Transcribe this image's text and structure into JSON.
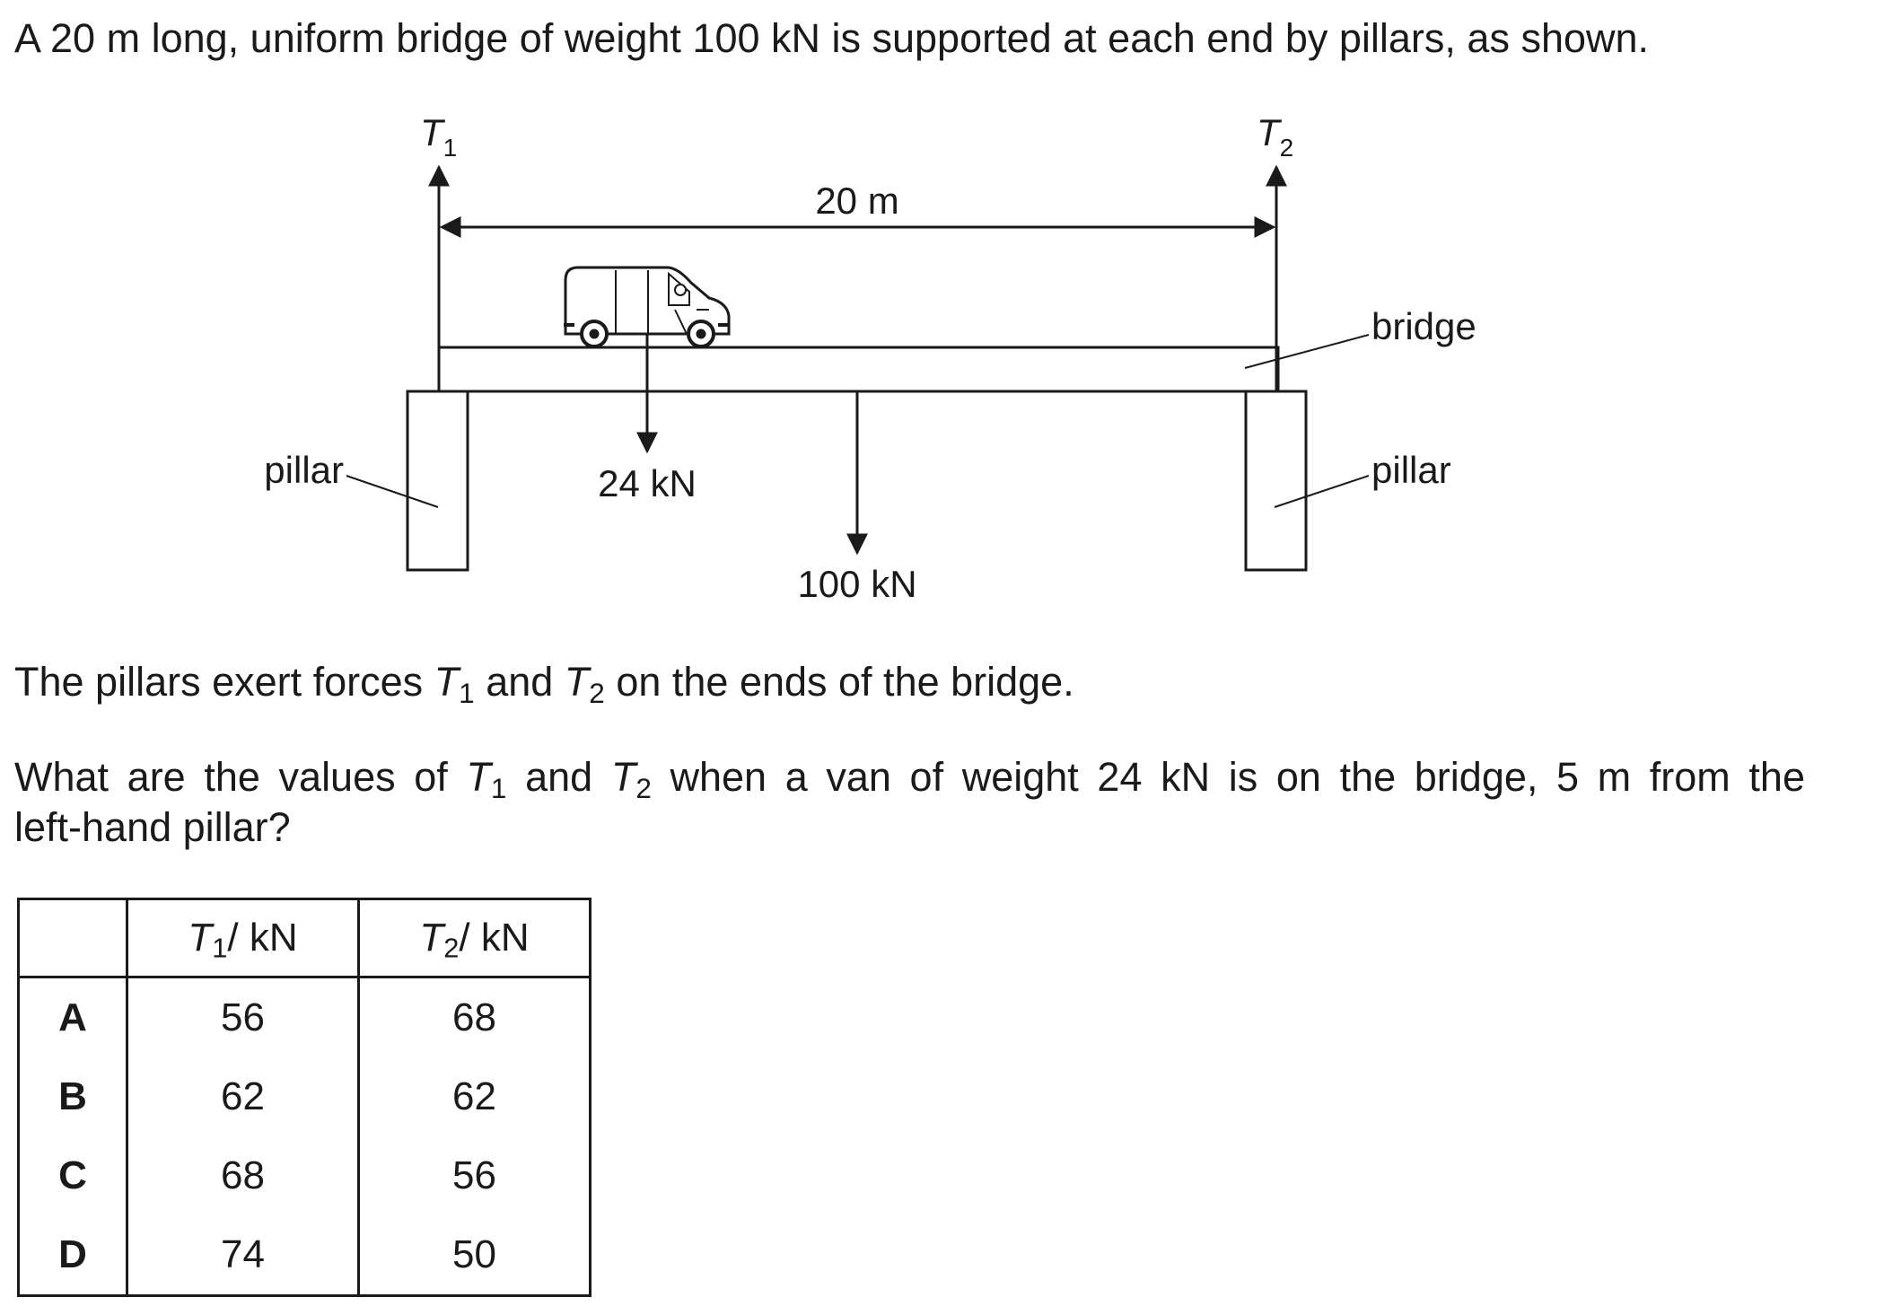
{
  "question": {
    "intro": "A 20 m long, uniform bridge of weight 100 kN is supported at each end by pillars, as shown.",
    "forces_sentence": {
      "part1": "The pillars exert forces ",
      "t": "T",
      "sub1": "1",
      "part2": " and ",
      "sub2": "2",
      "part3": " on the ends of the bridge."
    },
    "ask": {
      "part1": "What are the values of ",
      "t": "T",
      "sub1": "1",
      "part2": " and ",
      "sub2": "2",
      "part3": " when a van of weight 24 kN is on the bridge, 5 m from the",
      "line2": "left-hand pillar?"
    }
  },
  "diagram": {
    "t1_letter": "T",
    "t1_sub": "1",
    "t2_letter": "T",
    "t2_sub": "2",
    "span_label": "20 m",
    "van_force": "24 kN",
    "bridge_force": "100 kN",
    "bridge_label": "bridge",
    "pillar_left_label": "pillar",
    "pillar_right_label": "pillar"
  },
  "options_table": {
    "header_t": "T",
    "header_sub1": "1",
    "header_sub2": "2",
    "header_unit": "/ kN",
    "rows": [
      {
        "letter": "A",
        "t1": "56",
        "t2": "68"
      },
      {
        "letter": "B",
        "t1": "62",
        "t2": "62"
      },
      {
        "letter": "C",
        "t1": "68",
        "t2": "56"
      },
      {
        "letter": "D",
        "t1": "74",
        "t2": "50"
      }
    ]
  }
}
